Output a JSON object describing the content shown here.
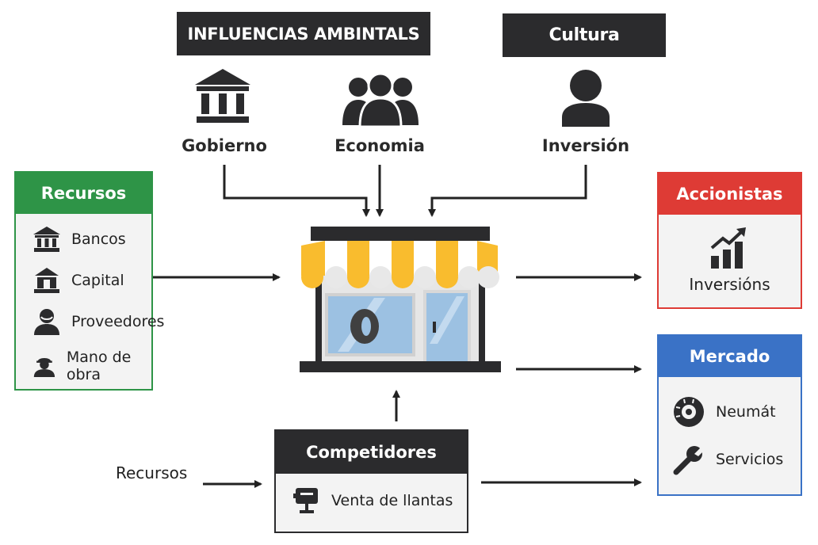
{
  "influences": {
    "header": "INFLUENCIAS AMBINTALS",
    "items": [
      {
        "label": "Gobierno",
        "icon": "government-building-icon"
      },
      {
        "label": "Economia",
        "icon": "people-group-icon"
      }
    ]
  },
  "culture": {
    "header": "Cultura",
    "item": {
      "label": "Inversión",
      "icon": "person-icon"
    }
  },
  "recursos_panel": {
    "header": "Recursos",
    "color": "#2e9447",
    "items": [
      {
        "label": "Bancos",
        "icon": "bank-icon"
      },
      {
        "label": "Capital",
        "icon": "capital-building-icon"
      },
      {
        "label": "Proveedores",
        "icon": "supplier-person-icon"
      },
      {
        "label": "Mano de obra",
        "icon": "worker-icon"
      }
    ]
  },
  "accionistas_panel": {
    "header": "Accionistas",
    "color": "#de3b35",
    "item": {
      "label": "Inversións",
      "icon": "growth-chart-icon"
    }
  },
  "mercado_panel": {
    "header": "Mercado",
    "color": "#3a72c6",
    "items": [
      {
        "label": "Neumát",
        "icon": "tire-icon"
      },
      {
        "label": "Servicios",
        "icon": "wrench-icon"
      }
    ]
  },
  "competidores_panel": {
    "header": "Competidores",
    "item": {
      "label": "Venta de llantas",
      "icon": "sign-post-icon"
    }
  },
  "recursos_input": {
    "label": "Recursos"
  },
  "center": {
    "icon": "storefront-icon"
  }
}
